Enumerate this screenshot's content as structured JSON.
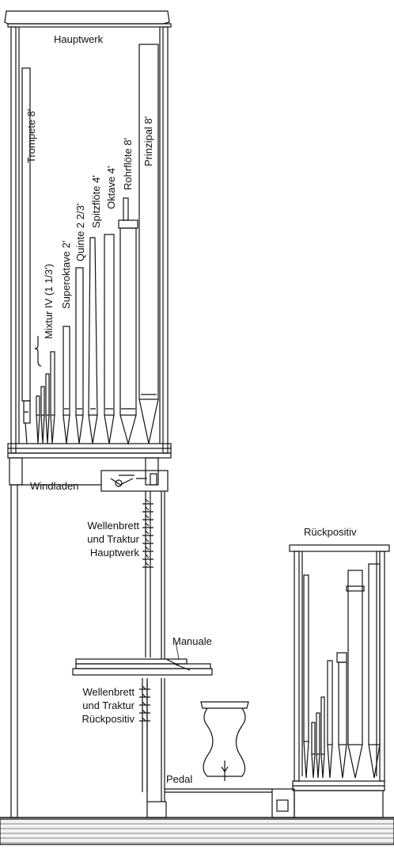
{
  "colors": {
    "ink": "#111111",
    "paper": "#ffffff"
  },
  "hauptwerk": {
    "title": "Hauptwerk",
    "stops": {
      "trompete": "Trompete 8'",
      "mixtur": "Mixtur IV (1 1/3')",
      "superoktave": "Superoktave 2'",
      "quinte": "Quinte 2 2/3'",
      "spitzfloete": "Spitzflöte 4'",
      "oktave": "Oktave 4'",
      "rohrfloete": "Rohrflöte 8'",
      "prinzipal": "Prinzipal 8'"
    }
  },
  "labels": {
    "windladen": "Windladen",
    "traktur_hw_1": "Wellenbrett",
    "traktur_hw_2": "und Traktur",
    "traktur_hw_3": "Hauptwerk",
    "manuale": "Manuale",
    "traktur_rp_1": "Wellenbrett",
    "traktur_rp_2": "und Traktur",
    "traktur_rp_3": "Rückpositiv",
    "pedal": "Pedal",
    "rueckpositiv": "Rückpositiv"
  }
}
